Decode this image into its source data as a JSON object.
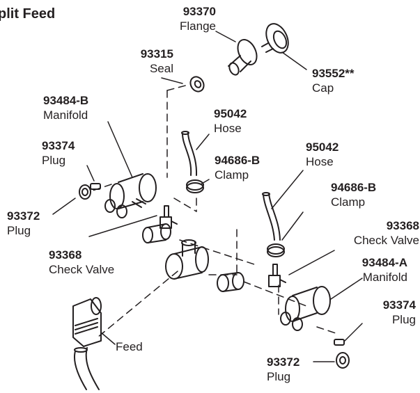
{
  "title": "plit Feed",
  "feed_label": "Feed",
  "parts": {
    "flange": {
      "number": "93370",
      "name": "Flange"
    },
    "cap": {
      "number": "93552**",
      "name": "Cap"
    },
    "seal": {
      "number": "93315",
      "name": "Seal"
    },
    "manifold_b": {
      "number": "93484-B",
      "name": "Manifold"
    },
    "plug_left_top": {
      "number": "93374",
      "name": "Plug"
    },
    "plug_left_bottom": {
      "number": "93372",
      "name": "Plug"
    },
    "hose_left": {
      "number": "95042",
      "name": "Hose"
    },
    "clamp_left": {
      "number": "94686-B",
      "name": "Clamp"
    },
    "check_valve_left": {
      "number": "93368",
      "name": "Check Valve"
    },
    "hose_right": {
      "number": "95042",
      "name": "Hose"
    },
    "clamp_right": {
      "number": "94686-B",
      "name": "Clamp"
    },
    "check_valve_right": {
      "number": "93368",
      "name": "Check Valve"
    },
    "manifold_a": {
      "number": "93484-A",
      "name": "Manifold"
    },
    "plug_right_top": {
      "number": "93374",
      "name": "Plug"
    },
    "plug_right_bottom": {
      "number": "93372",
      "name": "Plug"
    }
  }
}
